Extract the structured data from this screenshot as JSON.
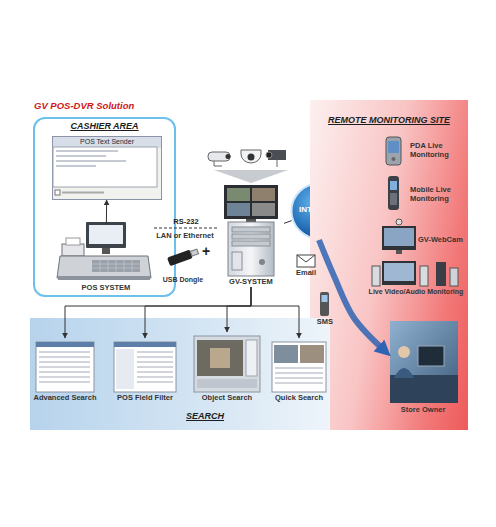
{
  "diagram": {
    "title": "GV POS-DVR Solution",
    "nodes": [
      {
        "text": [
          "CASHIER AREA"
        ]
      },
      {
        "text": [
          "POS Text Sender"
        ],
        "in": 0
      },
      {
        "text": [
          "POS SYSTEM"
        ],
        "in": 0
      },
      {
        "text": [
          "USB Dongle"
        ]
      },
      {
        "text": [
          "GV-SYSTEM"
        ]
      },
      {
        "text": [
          "INTERNET"
        ]
      },
      {
        "text": [
          "REMOTE MONITORING SITE"
        ]
      },
      {
        "text": [
          "PDA Live Monitoring"
        ],
        "in": 6
      },
      {
        "text": [
          "Mobile Live Monitoring"
        ],
        "in": 6
      },
      {
        "text": [
          "GV-WebCam"
        ],
        "in": 6
      },
      {
        "text": [
          "Live Video/Audio Monitoring"
        ],
        "in": 6
      },
      {
        "text": [
          "Store Owner"
        ],
        "in": 6
      },
      {
        "text": [
          "SEARCH"
        ]
      },
      {
        "text": [
          "Advanced Search"
        ],
        "in": 12
      },
      {
        "text": [
          "POS Field Filter"
        ],
        "in": 12
      },
      {
        "text": [
          "Object Search"
        ],
        "in": 12
      },
      {
        "text": [
          "Quick Search"
        ],
        "in": 12
      }
    ],
    "edges": [
      {
        "from": 2,
        "to": 1,
        "arrow": "to"
      },
      {
        "from": 2,
        "to": 4,
        "label": "RS-232",
        "arrow": "none"
      },
      {
        "from": 4,
        "to": 5,
        "arrow": "none"
      },
      {
        "from": 5,
        "to": 11,
        "arrow": "to"
      },
      {
        "from": 4,
        "to": 13,
        "arrow": "to"
      },
      {
        "from": 4,
        "to": 14,
        "arrow": "to"
      },
      {
        "from": 4,
        "to": 15,
        "arrow": "to"
      },
      {
        "from": 4,
        "to": 16,
        "arrow": "to"
      }
    ],
    "labels": [
      "LAN or Ethernet",
      "+",
      "Email",
      "SMS"
    ]
  }
}
